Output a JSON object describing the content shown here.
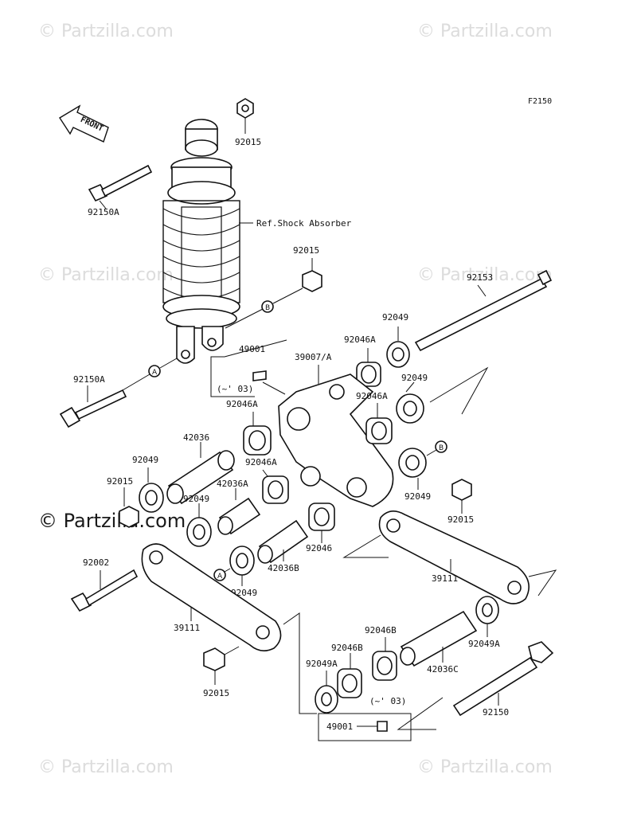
{
  "diagram_code": "F2150",
  "watermark": "© Partzilla.com",
  "watermark_center": "© Partzilla.com",
  "front_arrow": "FRONT",
  "ref_shock": "Ref.Shock Absorber",
  "letters": {
    "a": "A",
    "b": "B"
  },
  "note_03": "(~' 03)",
  "labels": {
    "p92015_top": "92015",
    "p92150A_top": "92150A",
    "p92015_mid": "92015",
    "p92153": "92153",
    "p92049_a": "92049",
    "p92046A_a": "92046A",
    "p49001_a": "49001",
    "p39007A": "39007/A",
    "p92049_b": "92049",
    "p92150A_bot": "92150A",
    "p92046A_b": "92046A",
    "p92046A_c": "92046A",
    "p42036": "42036",
    "p92049_c": "92049",
    "p92015_c": "92015",
    "p92046A_d": "92046A",
    "p42036A": "42036A",
    "p92049_d": "92049",
    "p92049_e": "92049",
    "p92015_d": "92015",
    "p92002": "92002",
    "p92046": "92046",
    "p42036B": "42036B",
    "p92049_f": "92049",
    "p39111_r": "39111",
    "p39111_l": "39111",
    "p92046B_a": "92046B",
    "p92046B_b": "92046B",
    "p92049A_a": "92049A",
    "p92049A_b": "92049A",
    "p42036C": "42036C",
    "p92015_e": "92015",
    "p92150": "92150",
    "p49001_b": "49001"
  }
}
